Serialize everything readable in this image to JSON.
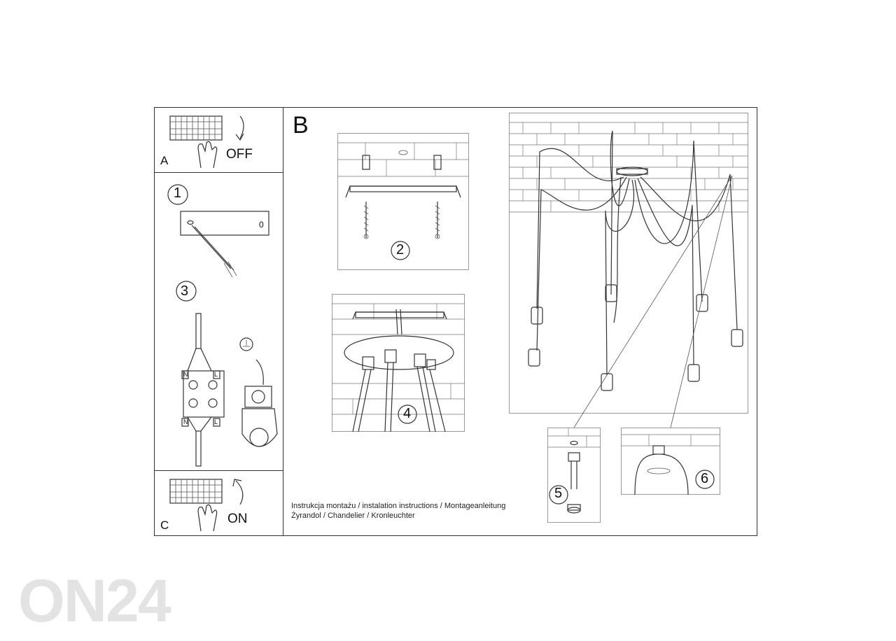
{
  "panels": {
    "a_letter": "A",
    "off_label": "OFF",
    "b_letter": "B",
    "c_letter": "C",
    "on_label": "ON"
  },
  "steps": [
    "1",
    "2",
    "3",
    "4",
    "5",
    "6"
  ],
  "plate_mark": "0",
  "wiring": {
    "n_top": "N",
    "l_top": "L",
    "n_bottom": "N",
    "l_bottom": "L"
  },
  "caption": {
    "line1": "Instrukcja montażu / instalation instructions / Montageanleitung",
    "line2": "Żyrandol / Chandelier / Kronleuchter"
  },
  "watermark": "ON24",
  "icons": [
    "breaker-hand-icon",
    "arrow-down-icon",
    "arrow-up-icon",
    "ground-symbol-icon"
  ]
}
